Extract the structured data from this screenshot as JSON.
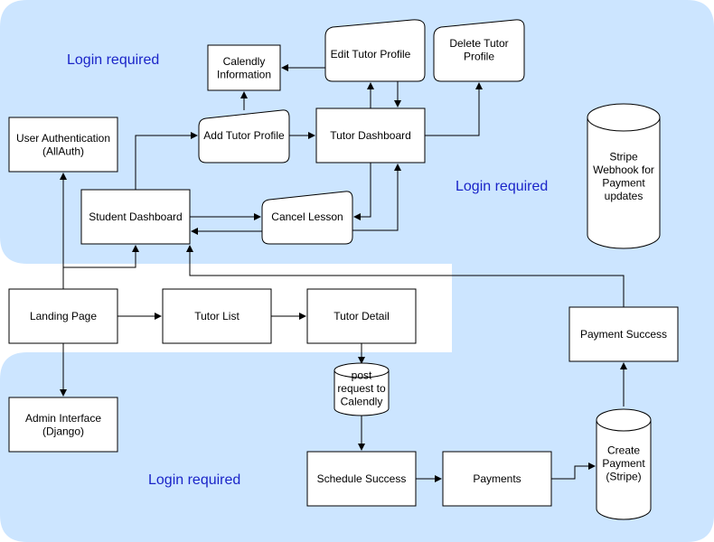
{
  "colors": {
    "region_fill": "#cce5ff",
    "region_label": "#1a24c8",
    "node_fill": "#ffffff",
    "stroke": "#000000"
  },
  "regions": {
    "top_label": "Login required",
    "right_label": "Login required",
    "bottom_label": "Login required"
  },
  "nodes": {
    "calendly_info": [
      "Calendly",
      "Information"
    ],
    "edit_profile": [
      "Edit Tutor Profile"
    ],
    "delete_profile": [
      "Delete Tutor",
      "Profile"
    ],
    "user_auth": [
      "User Authentication",
      "(AllAuth)"
    ],
    "add_profile": [
      "Add Tutor Profile"
    ],
    "tutor_dashboard": [
      "Tutor Dashboard"
    ],
    "stripe_webhook": [
      "Stripe",
      "Webhook for",
      "Payment",
      "updates"
    ],
    "student_dashboard": [
      "Student Dashboard"
    ],
    "cancel_lesson": [
      "Cancel Lesson"
    ],
    "landing_page": [
      "Landing Page"
    ],
    "tutor_list": [
      "Tutor List"
    ],
    "tutor_detail": [
      "Tutor Detail"
    ],
    "payment_success": [
      "Payment Success"
    ],
    "post_request": [
      "post",
      "request to",
      "Calendly"
    ],
    "admin_interface": [
      "Admin Interface",
      "(Django)"
    ],
    "schedule_success": [
      "Schedule Success"
    ],
    "payments": [
      "Payments"
    ],
    "create_payment": [
      "Create",
      "Payment",
      "(Stripe)"
    ]
  }
}
